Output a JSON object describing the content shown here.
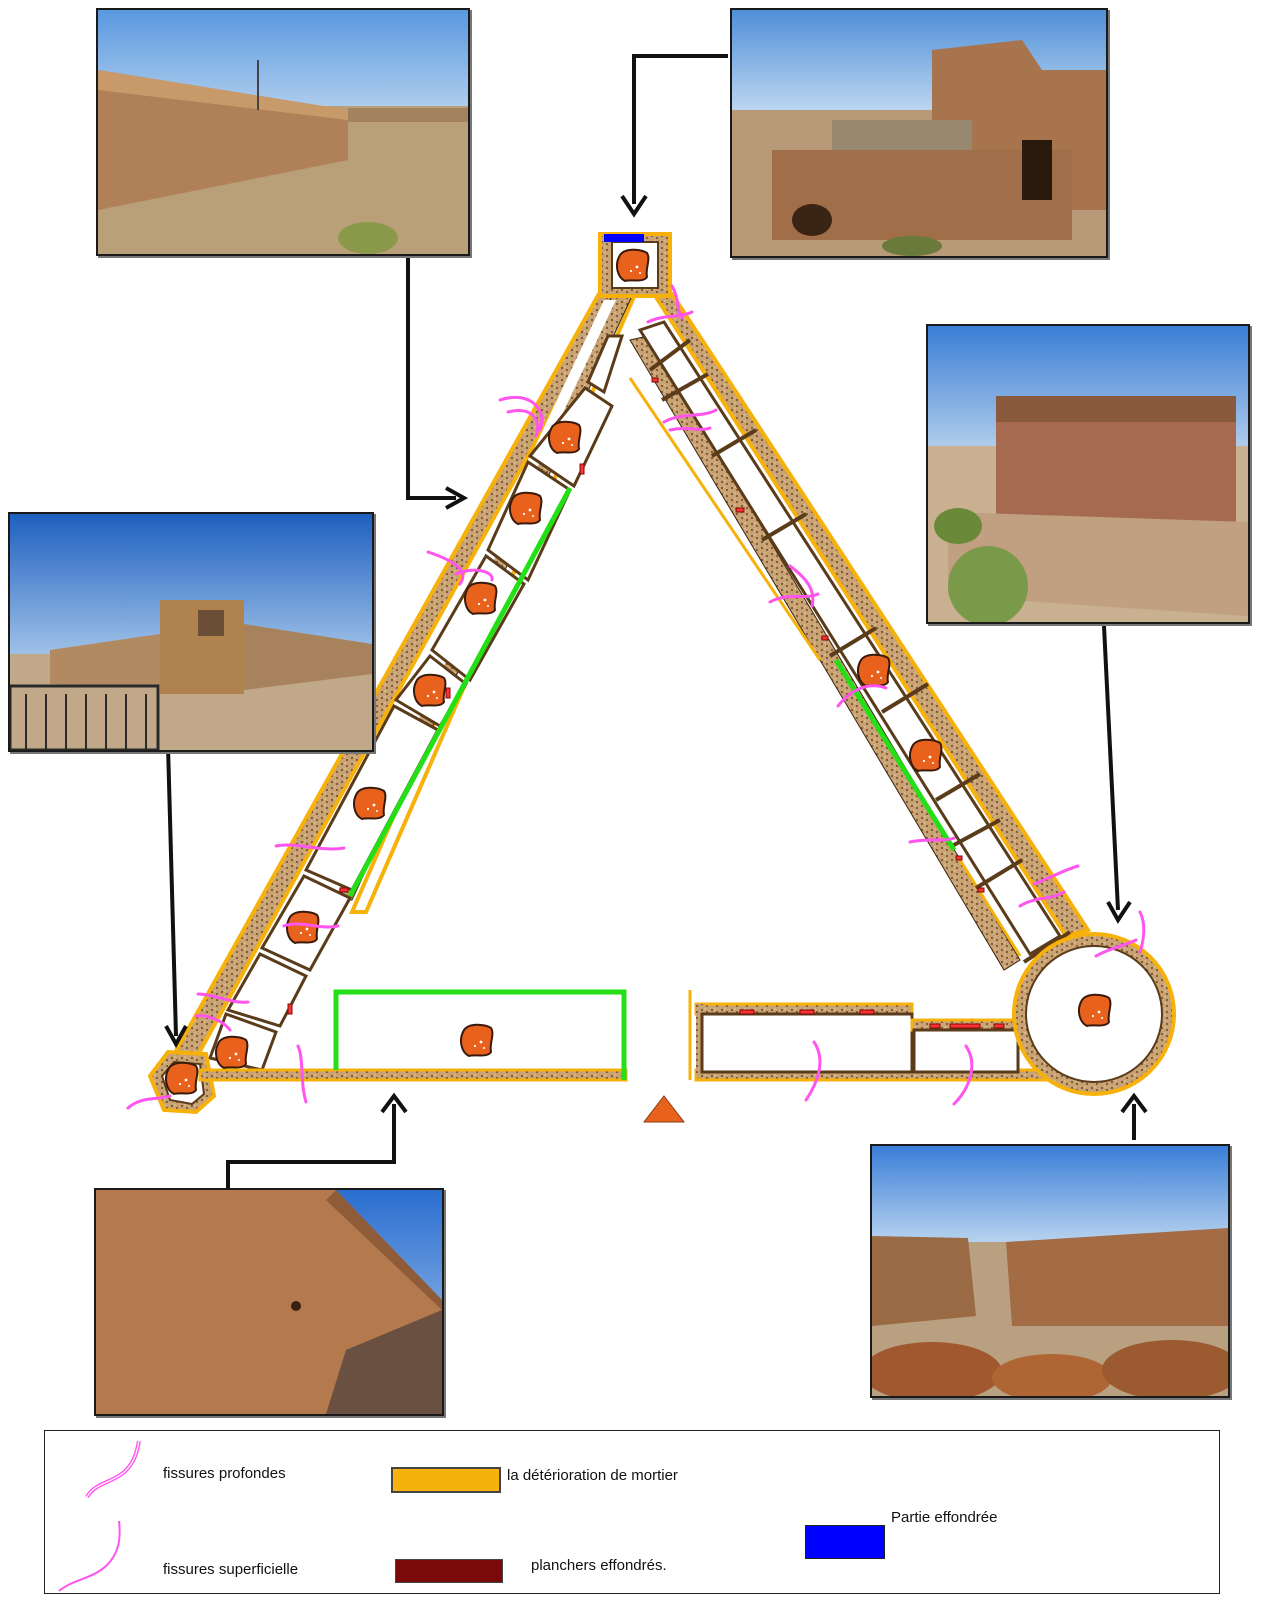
{
  "legend": {
    "deep_cracks": "fissures profondes",
    "surface_cracks": "fissures superficielle",
    "mortar_deterioration": "la détérioration de mortier",
    "collapsed_floors": "planchers effondrés.",
    "collapsed_part": "Partie effondrée"
  },
  "colors": {
    "mortar_deterioration": "#f7b10b",
    "collapsed_floors": "#7a0a0a",
    "collapsed_part": "#0000ff",
    "cracks": "#ff55ee",
    "green_wall": "#22e015",
    "marker": "#e8621e",
    "wall_fill": "#c8a070"
  },
  "photos": [
    {
      "name": "photo-top-left-wall",
      "subject": "long stone wall"
    },
    {
      "name": "photo-top-right-ruin",
      "subject": "ruined tower"
    },
    {
      "name": "photo-left-fort",
      "subject": "fort corner with fence"
    },
    {
      "name": "photo-right-tower",
      "subject": "round stone tower"
    },
    {
      "name": "photo-bottom-left-wall",
      "subject": "wall face close-up"
    },
    {
      "name": "photo-bottom-right-ruin",
      "subject": "collapsed rubble"
    }
  ],
  "icons": {
    "entrance": "triangle-marker-icon",
    "room_marker": "stone-blob-icon"
  }
}
